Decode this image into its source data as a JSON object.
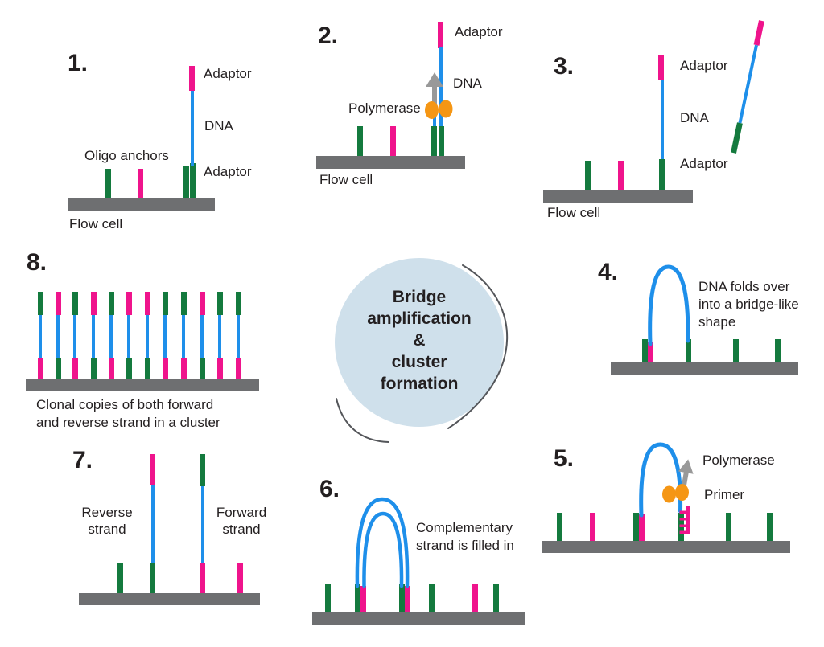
{
  "colors": {
    "pink": "#EF148C",
    "green": "#147A3E",
    "blue": "#1E8FEA",
    "gray": "#6E6F71",
    "orange": "#F59614",
    "arrow_gray": "#999999",
    "circle_fill": "#CFE0EB",
    "swoosh": "#54565A",
    "text": "#231F20"
  },
  "center": {
    "lines": [
      "Bridge",
      "amplification",
      "&",
      "cluster",
      "formation"
    ]
  },
  "steps": {
    "s1": {
      "num": "1.",
      "adaptor_top": "Adaptor",
      "dna": "DNA",
      "oligo_anchors": "Oligo anchors",
      "adaptor_bottom": "Adaptor",
      "flow_cell": "Flow cell"
    },
    "s2": {
      "num": "2.",
      "adaptor": "Adaptor",
      "dna": "DNA",
      "polymerase": "Polymerase",
      "flow_cell": "Flow cell"
    },
    "s3": {
      "num": "3.",
      "adaptor_top": "Adaptor",
      "dna": "DNA",
      "adaptor_bottom": "Adaptor",
      "flow_cell": "Flow cell"
    },
    "s4": {
      "num": "4.",
      "caption_lines": [
        "DNA folds over",
        "into a bridge-like",
        "shape"
      ]
    },
    "s5": {
      "num": "5.",
      "polymerase": "Polymerase",
      "primer": "Primer"
    },
    "s6": {
      "num": "6.",
      "caption_lines": [
        "Complementary",
        "strand is filled in"
      ]
    },
    "s7": {
      "num": "7.",
      "reverse_lines": [
        "Reverse",
        "strand"
      ],
      "forward_lines": [
        "Forward",
        "strand"
      ]
    },
    "s8": {
      "num": "8.",
      "caption_lines": [
        "Clonal copies of both forward",
        "and reverse strand in a cluster"
      ],
      "strand_tops": [
        "green",
        "pink",
        "green",
        "pink",
        "green",
        "pink",
        "pink",
        "green",
        "green",
        "pink",
        "green",
        "green"
      ]
    }
  }
}
